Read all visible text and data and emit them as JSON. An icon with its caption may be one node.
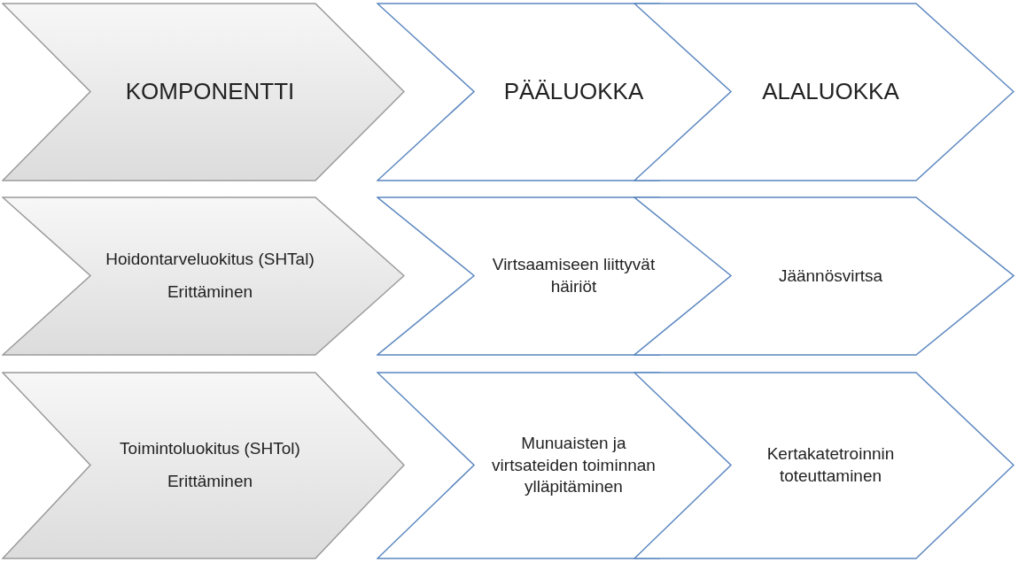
{
  "diagram": {
    "nodes": [
      {
        "text": [
          "KOMPONENTTI"
        ]
      },
      {
        "text": [
          "PÄÄLUOKKA"
        ]
      },
      {
        "text": [
          "ALALUOKKA"
        ]
      },
      {
        "text": [
          "Hoidontarveluokitus (SHTal)",
          "Erittäminen"
        ]
      },
      {
        "text": [
          "Virtsaamiseen liittyvät häiriöt"
        ]
      },
      {
        "text": [
          "Jäännösvirtsa"
        ]
      },
      {
        "text": [
          "Toimintoluokitus (SHTol)",
          "Erittäminen"
        ]
      },
      {
        "text": [
          "Munuaisten ja virtsateiden toiminnan ylläpitäminen"
        ]
      },
      {
        "text": [
          "Kertakatetroinnin toteuttaminen"
        ]
      }
    ]
  }
}
